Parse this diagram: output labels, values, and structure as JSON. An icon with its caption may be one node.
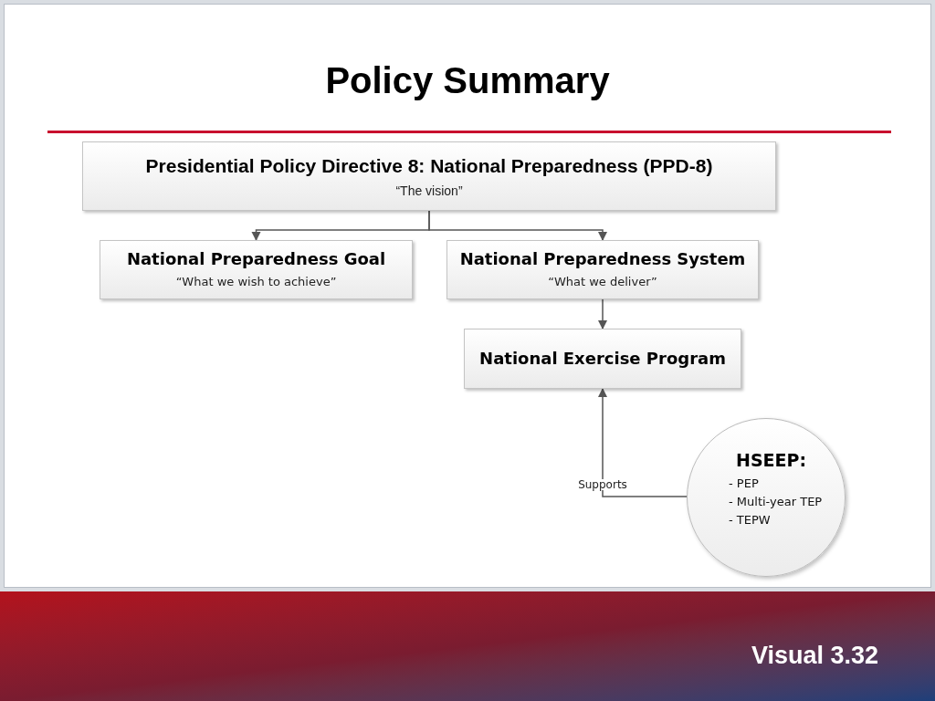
{
  "diagram": {
    "title": "Policy Summary",
    "nodes": [
      {
        "text": [
          "Presidential Policy Directive 8: National Preparedness (PPD-8)",
          "“The vision”"
        ]
      },
      {
        "text": [
          "National Preparedness Goal",
          "“What we wish to achieve”"
        ]
      },
      {
        "text": [
          "National Preparedness System",
          "“What we deliver”"
        ]
      },
      {
        "text": [
          "National Exercise Program"
        ]
      },
      {
        "text": [
          "HSEEP:",
          "- PEP",
          "- Multi-year TEP",
          "- TEPW"
        ]
      }
    ],
    "edges": [
      {
        "from": 0,
        "to": 1,
        "arrow": "to"
      },
      {
        "from": 0,
        "to": 2,
        "arrow": "to"
      },
      {
        "from": 2,
        "to": 3,
        "arrow": "to"
      },
      {
        "from": 4,
        "to": 3,
        "arrow": "to",
        "label": "Supports"
      }
    ],
    "labels": [
      "Visual 3.32"
    ]
  }
}
